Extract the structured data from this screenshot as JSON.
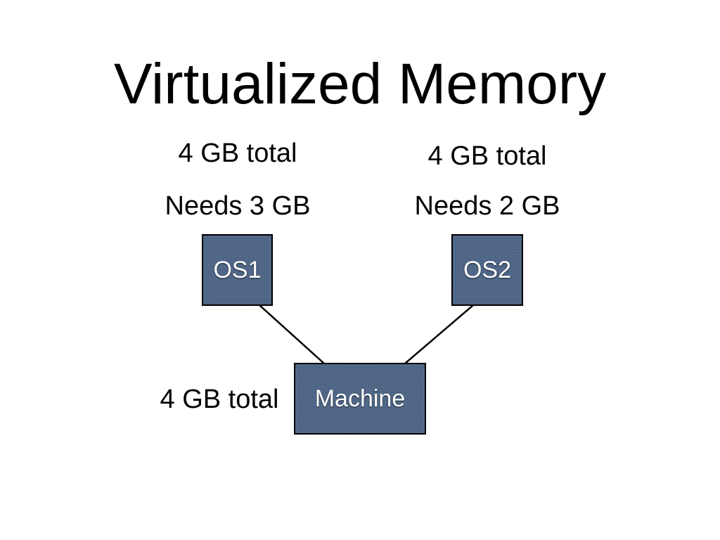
{
  "title": "Virtualized Memory",
  "os1": {
    "total_label": "4 GB total",
    "needs_label": "Needs 3 GB",
    "name": "OS1"
  },
  "os2": {
    "total_label": "4 GB total",
    "needs_label": "Needs 2 GB",
    "name": "OS2"
  },
  "machine": {
    "total_label": "4 GB total",
    "name": "Machine"
  },
  "colors": {
    "box_fill": "#4f6687",
    "box_border": "#000000",
    "connector": "#000000",
    "box_text": "#ffffff"
  }
}
